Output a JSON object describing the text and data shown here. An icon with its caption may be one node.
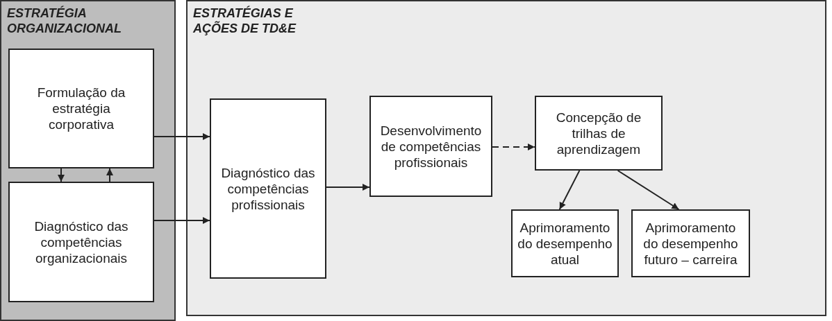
{
  "diagram": {
    "nodes": [
      {
        "text": [
          "ESTRATÉGIA ORGANIZACIONAL"
        ]
      },
      {
        "text": [
          "ESTRATÉGIAS E AÇÕES DE TD&E"
        ]
      },
      {
        "text": [
          "Formulação da estratégia corporativa"
        ],
        "in": 0
      },
      {
        "text": [
          "Diagnóstico das competências organizacionais"
        ],
        "in": 0
      },
      {
        "text": [
          "Diagnóstico das competências profissionais"
        ],
        "in": 1
      },
      {
        "text": [
          "Desenvolvimento de competências profissionais"
        ],
        "in": 1
      },
      {
        "text": [
          "Concepção de trilhas de aprendizagem"
        ],
        "in": 1
      },
      {
        "text": [
          "Aprimoramento do desempenho atual"
        ],
        "in": 1
      },
      {
        "text": [
          "Aprimoramento do desempenho futuro – carreira"
        ],
        "in": 1
      }
    ],
    "edges": [
      {
        "from": 2,
        "to": 4,
        "arrow": "to"
      },
      {
        "from": 3,
        "to": 4,
        "arrow": "to"
      },
      {
        "from": 2,
        "to": 3,
        "arrow": "to"
      },
      {
        "from": 3,
        "to": 2,
        "arrow": "to"
      },
      {
        "from": 4,
        "to": 5,
        "arrow": "to"
      },
      {
        "from": 5,
        "to": 6,
        "arrow": "to",
        "style": "dashed"
      },
      {
        "from": 6,
        "to": 7,
        "arrow": "to"
      },
      {
        "from": 6,
        "to": 8,
        "arrow": "to"
      }
    ]
  }
}
